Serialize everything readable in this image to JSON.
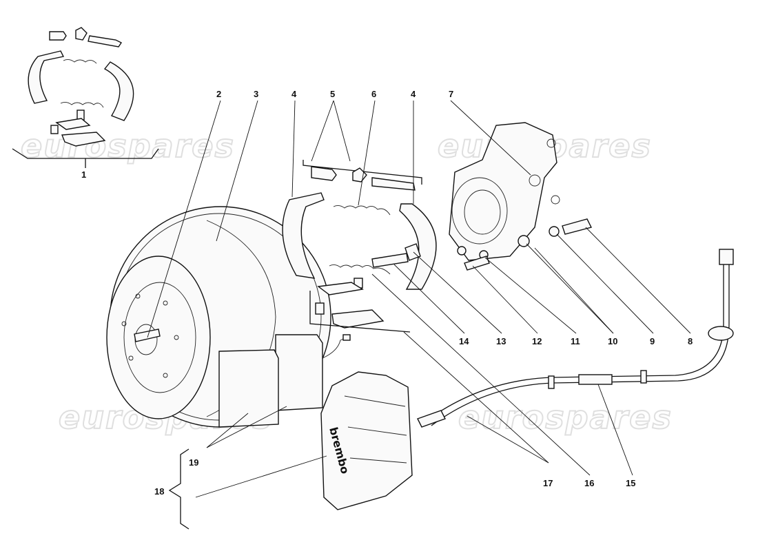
{
  "watermark": "eurospares",
  "brand_text": "brembo",
  "callouts": {
    "c1": "1",
    "c2": "2",
    "c3": "3",
    "c4a": "4",
    "c4b": "4",
    "c5": "5",
    "c6": "6",
    "c7": "7",
    "c8": "8",
    "c9": "9",
    "c10": "10",
    "c11": "11",
    "c12": "12",
    "c13": "13",
    "c14": "14",
    "c15": "15",
    "c16": "16",
    "c17": "17",
    "c18": "18",
    "c19": "19"
  }
}
